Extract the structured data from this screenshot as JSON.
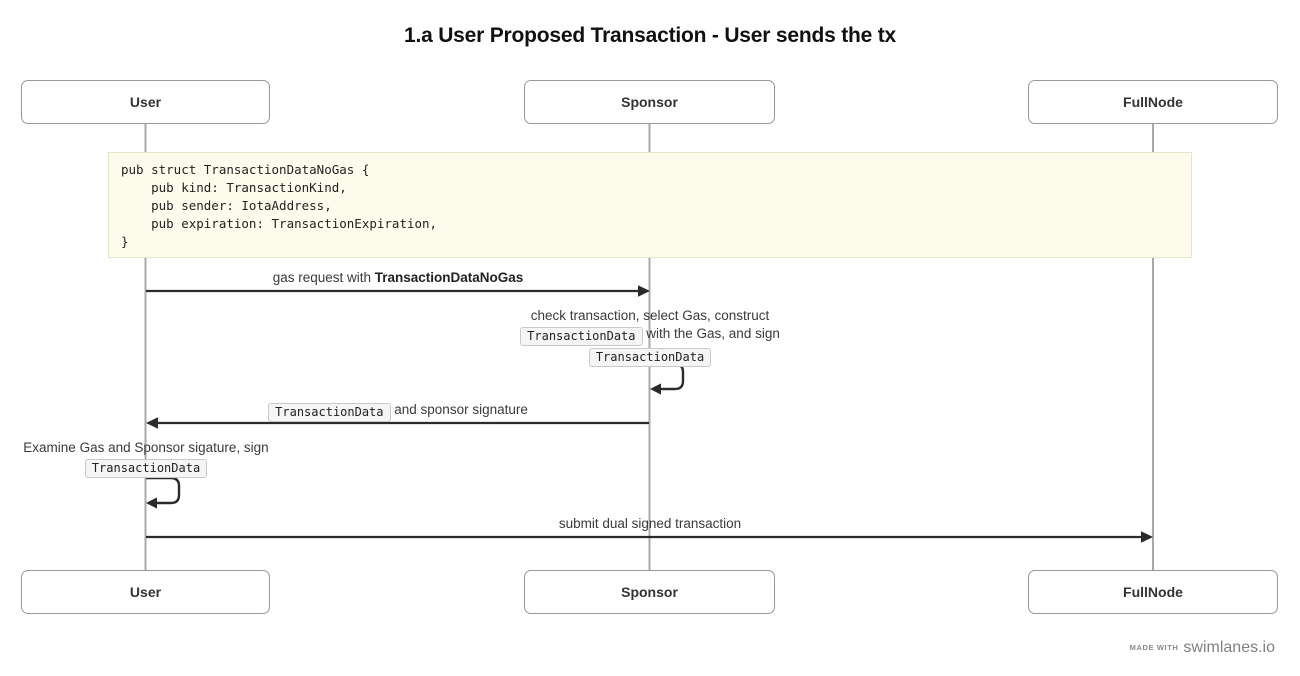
{
  "title": "1.a User Proposed Transaction - User sends the tx",
  "actors": {
    "user": "User",
    "sponsor": "Sponsor",
    "fullnode": "FullNode"
  },
  "note_code": {
    "lines": [
      "pub struct TransactionDataNoGas {",
      "    pub kind: TransactionKind,",
      "    pub sender: IotaAddress,",
      "    pub expiration: TransactionExpiration,",
      "}"
    ]
  },
  "messages": {
    "gas_request": {
      "prefix": "gas request with ",
      "bold": "TransactionDataNoGas"
    },
    "sponsor_action": {
      "line1": "check transaction, select Gas, construct",
      "line2_code": "TransactionData",
      "line2_rest": " with the Gas, and sign",
      "line3_code": "TransactionData"
    },
    "return_signed": {
      "code": "TransactionData",
      "rest": " and sponsor signature"
    },
    "user_action": {
      "line1": "Examine Gas and Sponsor sigature, sign",
      "line2_code": "TransactionData"
    },
    "submit": {
      "text": "submit dual signed transaction"
    }
  },
  "footer": {
    "made_with": "MADE WITH",
    "brand": "swimlanes.io"
  },
  "colors": {
    "arrow": "#2b2b2b",
    "lifeline": "#a9a9a9",
    "note_bg": "#fdfcec",
    "note_border": "#e7e4cb",
    "box_border": "#979797"
  }
}
